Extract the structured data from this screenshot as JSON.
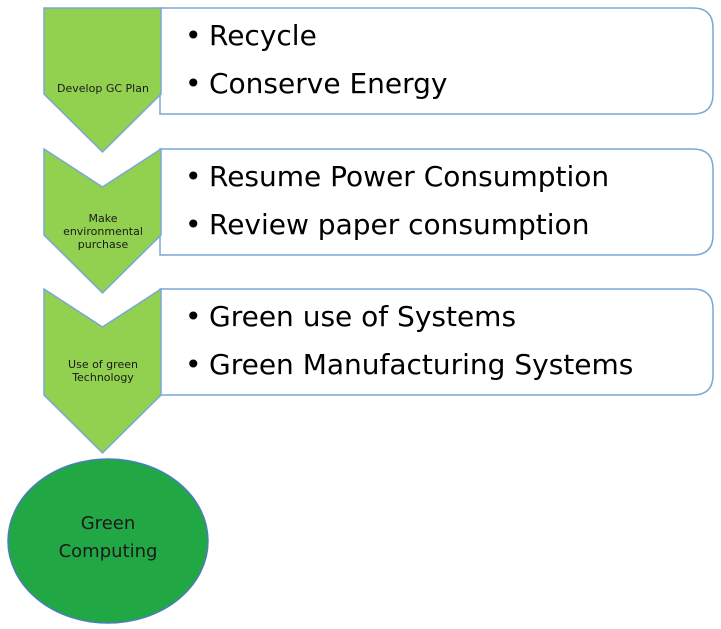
{
  "colors": {
    "chevron_fill": "#92D050",
    "chevron_stroke": "#7BA7D4",
    "box_stroke": "#7BA7D4",
    "circle_fill": "#22A745",
    "circle_stroke": "#4A7EBB"
  },
  "steps": [
    {
      "label_lines": [
        "Develop GC Plan"
      ],
      "bullets": [
        "Recycle",
        "Conserve Energy"
      ]
    },
    {
      "label_lines": [
        "Make",
        "environmental",
        "purchase"
      ],
      "bullets": [
        "Resume Power Consumption",
        "Review paper consumption"
      ]
    },
    {
      "label_lines": [
        "Use of green",
        "Technology"
      ],
      "bullets": [
        "Green use of Systems",
        "Green Manufacturing Systems"
      ]
    }
  ],
  "end": {
    "label_lines": [
      "Green",
      "Computing"
    ]
  },
  "bullet_char": "•"
}
